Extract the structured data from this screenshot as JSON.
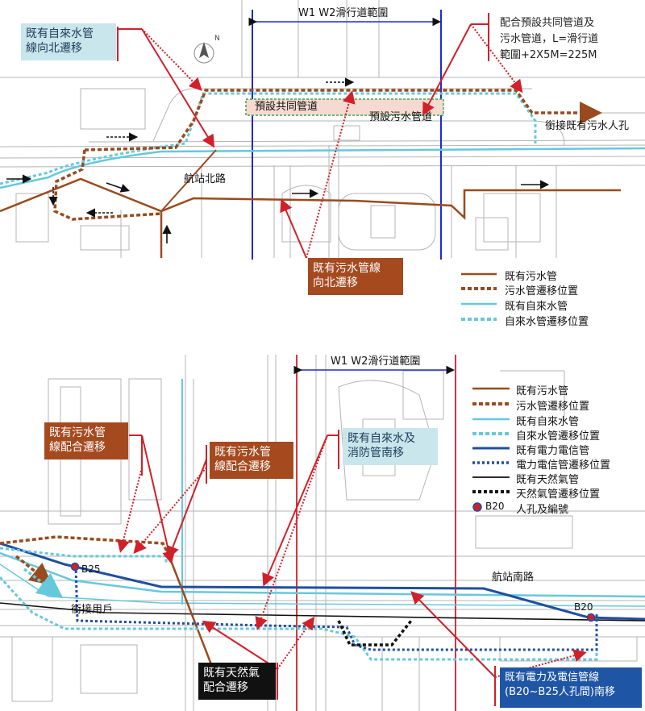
{
  "colors": {
    "existing_sewer": "#9a4a1e",
    "sewer_relocation": "#9a4a1e",
    "existing_water": "#66c8dc",
    "water_relocation": "#66c8dc",
    "existing_power": "#1f4fa0",
    "power_relocation": "#1f4fa0",
    "existing_gas": "#000000",
    "gas_relocation": "#000000",
    "leader": "#d0202a",
    "scope_line": "#1e2bd0",
    "callout_blue_bg": "#c9e6ec",
    "callout_brown_bg": "#a54a1f",
    "callout_black_bg": "#111111",
    "callout_navy_bg": "#1f55a5"
  },
  "top_map": {
    "scope_label": "W1 W2滑行道範圍",
    "road_label": "航站北路",
    "common_duct_label": "預設共同管道",
    "sewer_duct_label": "預設污水管道",
    "connect_label": "銜接既有污水人孔",
    "north_arrow_label": "N",
    "callout_water": {
      "line1": "既有自來水管",
      "line2": "線向北遷移"
    },
    "callout_sewer": {
      "line1": "既有污水管線",
      "line2": "向北遷移"
    },
    "note": {
      "line1": "配合預設共同管道及",
      "line2": "污水管道，L=滑行道",
      "line3": "範圍+2X5M=225M"
    },
    "legend": [
      {
        "label": "既有污水管",
        "style": "solid",
        "color_key": "existing_sewer"
      },
      {
        "label": "污水管遷移位置",
        "style": "dotted",
        "color_key": "sewer_relocation"
      },
      {
        "label": "既有自來水管",
        "style": "solid",
        "color_key": "existing_water"
      },
      {
        "label": "自來水管遷移位置",
        "style": "dotted",
        "color_key": "water_relocation"
      }
    ]
  },
  "bottom_map": {
    "scope_label": "W1 W2滑行道範圍",
    "road_label": "航站南路",
    "connect_label": "銜接用戶",
    "manhole_b25": "B25",
    "manhole_b20": "B20",
    "callout_sewer_left": {
      "line1": "既有污水管",
      "line2": "線配合遷移"
    },
    "callout_sewer_mid": {
      "line1": "既有污水管",
      "line2": "線配合遷移"
    },
    "callout_water": {
      "line1": "既有自來水及",
      "line2": "消防管南移"
    },
    "callout_gas": {
      "line1": "既有天然氣",
      "line2": "配合遷移"
    },
    "callout_power": {
      "line1": "既有電力及電信管線",
      "line2": "(B20~B25人孔間)南移"
    },
    "legend": [
      {
        "label": "既有污水管",
        "style": "solid",
        "color_key": "existing_sewer"
      },
      {
        "label": "污水管遷移位置",
        "style": "dotted",
        "color_key": "sewer_relocation"
      },
      {
        "label": "既有自來水管",
        "style": "solid",
        "color_key": "existing_water"
      },
      {
        "label": "自來水管遷移位置",
        "style": "dotted",
        "color_key": "water_relocation"
      },
      {
        "label": "既有電力電信管",
        "style": "solid",
        "color_key": "existing_power"
      },
      {
        "label": "電力電信管遷移位置",
        "style": "dotted",
        "color_key": "power_relocation"
      },
      {
        "label": "既有天然氣管",
        "style": "solid",
        "color_key": "existing_gas"
      },
      {
        "label": "天然氣管遷移位置",
        "style": "dotted",
        "color_key": "gas_relocation"
      },
      {
        "label": "人孔及編號",
        "style": "manhole",
        "manhole_label": "B20"
      }
    ]
  }
}
